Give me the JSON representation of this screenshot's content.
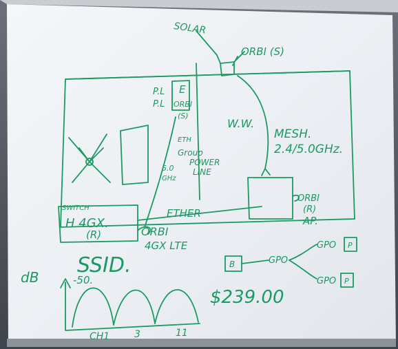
{
  "scene": {
    "frame_color": "#5a5f68",
    "board_color": "#eef1f5",
    "ink_color": "#1b9a63"
  },
  "whiteboard": {
    "solar": "SOLAR",
    "orbi_s": "ORBI (S)",
    "pl_top": "P.L",
    "pl_bottom": "P.L",
    "e_label": "E",
    "orbi_small": "ORBI",
    "s_label": "(S)",
    "ww": "W.W.",
    "mesh_1": "MESH.",
    "mesh_2": "2.4/5.0GHz.",
    "eth": "ETH",
    "group": "Group",
    "power": "POWER",
    "line": "LINE",
    "freq_5": "5.0",
    "freq_ghz": "GHz",
    "switch": "SWITCH",
    "h4gx": "H 4GX.",
    "r_label": "(R)",
    "ether": "ETHER",
    "orbi_4gx": "ORBI",
    "lte": "4GX LTE",
    "orbi_r1": "ORBI",
    "orbi_r2": "(R)",
    "ap": "AP.",
    "ssid": "SSID.",
    "db": "dB",
    "minus50": "-50.",
    "ch": "CH1",
    "ch_mid": "3",
    "ch_end": "11",
    "price": "$239.00",
    "gpo_a": "GPO",
    "gpo_b": "GPO",
    "gpo_c": "GPO",
    "p1": "P",
    "p2": "P",
    "box_b": "B"
  }
}
